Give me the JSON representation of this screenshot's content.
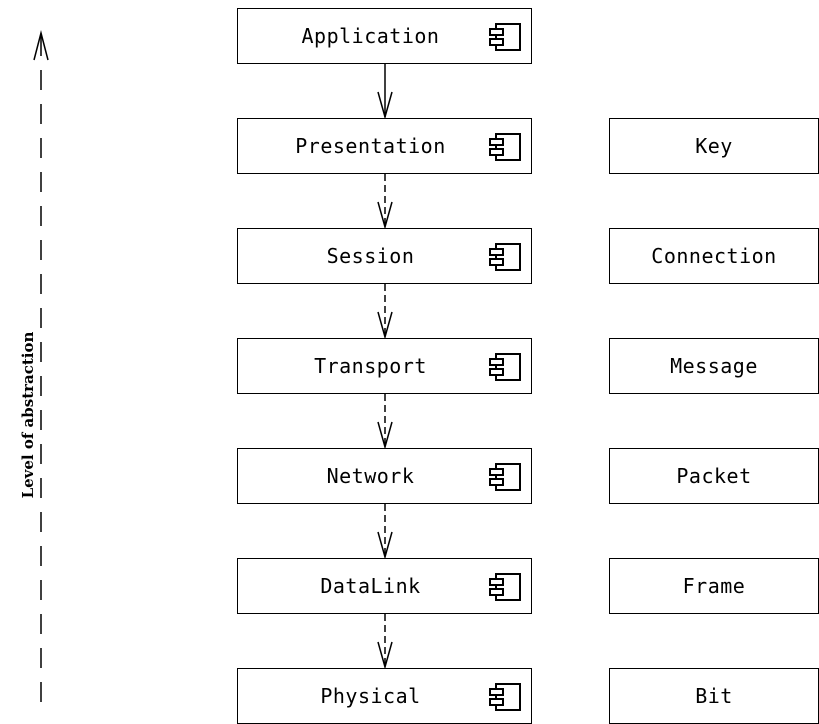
{
  "axis": {
    "label": "Level of abstraction"
  },
  "layers": [
    {
      "name": "Application",
      "unit": ""
    },
    {
      "name": "Presentation",
      "unit": "Key"
    },
    {
      "name": "Session",
      "unit": "Connection"
    },
    {
      "name": "Transport",
      "unit": "Message"
    },
    {
      "name": "Network",
      "unit": "Packet"
    },
    {
      "name": "DataLink",
      "unit": "Frame"
    },
    {
      "name": "Physical",
      "unit": "Bit"
    }
  ],
  "icons": {
    "layer": "component-icon"
  },
  "colors": {
    "stroke": "#000000",
    "background": "#ffffff"
  }
}
